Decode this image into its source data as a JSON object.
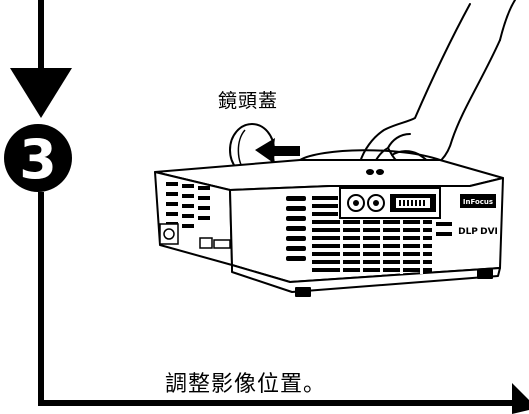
{
  "step": {
    "number": "3"
  },
  "labels": {
    "lens_cap": "鏡頭蓋",
    "caption": "調整影像位置。"
  },
  "projector": {
    "brand_badge": "InFocus",
    "logo_dlp": "DLP",
    "logo_dvi": "DVI"
  },
  "colors": {
    "ink": "#000000",
    "paper": "#ffffff"
  }
}
